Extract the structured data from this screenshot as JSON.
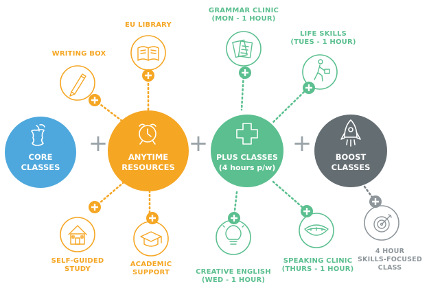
{
  "hubs": {
    "core": {
      "line1": "CORE",
      "line2": "CLASSES",
      "color": "#4ea8dd"
    },
    "anytime": {
      "line1": "ANYTIME",
      "line2": "RESOURCES",
      "color": "#f5a623"
    },
    "plus": {
      "line1": "PLUS CLASSES",
      "line2": "(4 hours p/w)",
      "color": "#5bbf8f"
    },
    "boost": {
      "line1": "BOOST",
      "line2": "CLASSES",
      "color": "#646d72"
    }
  },
  "connector_symbol": "+",
  "satellites": {
    "writing_box": {
      "label": [
        "WRITING BOX"
      ],
      "icon": "pen-icon"
    },
    "eu_library": {
      "label": [
        "EU LIBRARY"
      ],
      "icon": "book-icon"
    },
    "self_guided": {
      "label": [
        "SELF-GUIDED",
        "STUDY"
      ],
      "icon": "house-icon"
    },
    "academic": {
      "label": [
        "ACADEMIC",
        "SUPPORT"
      ],
      "icon": "graduation-cap-icon"
    },
    "grammar": {
      "label": [
        "GRAMMAR CLINIC",
        "(MON - 1 HOUR)"
      ],
      "icon": "documents-icon"
    },
    "life_skills": {
      "label": [
        "LIFE SKILLS",
        "(TUES - 1 HOUR)"
      ],
      "icon": "walking-person-icon"
    },
    "creative": {
      "label": [
        "CREATIVE ENGLISH",
        "(WED - 1 HOUR)"
      ],
      "icon": "lightbulb-icon"
    },
    "speaking": {
      "label": [
        "SPEAKING CLINIC",
        "(THURS - 1 HOUR)"
      ],
      "icon": "mouth-icon"
    },
    "skills_focused": {
      "label": [
        "4 HOUR",
        "SKILLS-FOCUSED",
        "CLASS"
      ],
      "icon": "target-icon"
    }
  },
  "colors": {
    "orange": "#f5a623",
    "green": "#5bbf8f",
    "grey": "#8e969b",
    "blue": "#4ea8dd",
    "dark": "#646d72"
  }
}
